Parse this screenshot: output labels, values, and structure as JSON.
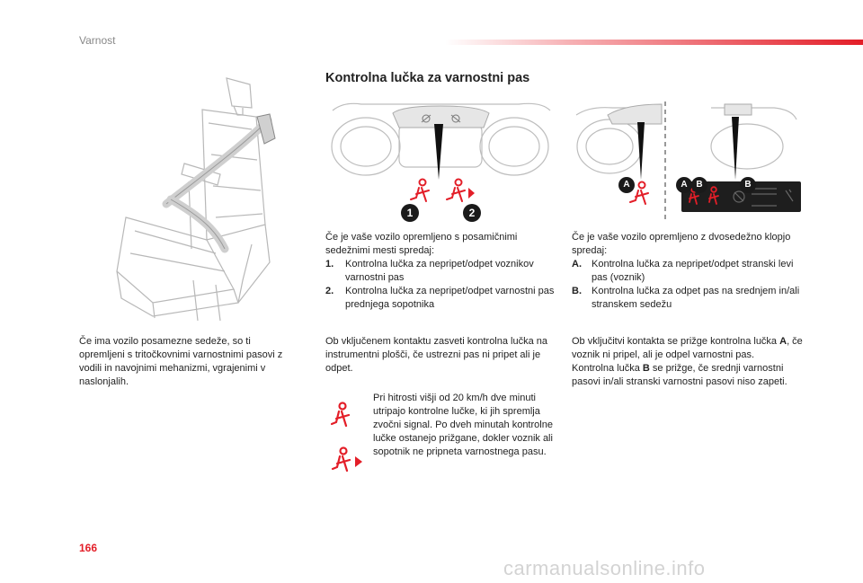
{
  "header": {
    "section_title": "Varnost"
  },
  "page_number": "166",
  "heading": "Kontrolna lučka za varnostni pas",
  "left_text": "Če ima vozilo posamezne sedeže, so ti opremljeni s tritočkovnimi varnostnimi pasovi z vodili in navojnimi mehanizmi, vgrajenimi v naslonjalih.",
  "middle": {
    "intro": "Če je vaše vozilo opremljeno s posamičnimi sedežnimi mesti spredaj:",
    "items": [
      {
        "marker": "1.",
        "text": "Kontrolna lučka za nepripet/odpet voznikov varnostni pas"
      },
      {
        "marker": "2.",
        "text": "Kontrolna lučka za nepripet/odpet varnostni pas prednjega sopotnika"
      }
    ],
    "ignition_text": "Ob vključenem kontaktu zasveti kontrolna lučka na instrumentni plošči, če ustrezni pas ni pripet ali je odpet.",
    "speed_text": "Pri hitrosti višji od 20 km/h dve minuti utripajo kontrolne lučke, ki jih spremlja zvočni signal. Po dveh minutah kontrolne lučke ostanejo prižgane, dokler voznik ali sopotnik ne pripneta varnostnega pasu.",
    "figure_labels": [
      "1",
      "2"
    ]
  },
  "right": {
    "intro": "Če je vaše vozilo opremljeno z dvosedežno klopjo spredaj:",
    "items": [
      {
        "marker": "A.",
        "text": "Kontrolna lučka za nepripet/odpet stranski levi pas (voznik)"
      },
      {
        "marker": "B.",
        "text": "Kontrolna lučka za odpet pas na srednjem in/ali stranskem sedežu"
      }
    ],
    "ignition_pre": "Ob vključitvi kontakta se prižge kontrolna lučka ",
    "ignition_bold": "A",
    "ignition_post": ", če voznik ni pripel, ali je odpel varnostni pas.",
    "lamp_pre": "Kontrolna lučka ",
    "lamp_bold": "B",
    "lamp_post": " se prižge, če srednji varnostni pasovi in/ali stranski varnostni pasovi niso zapeti.",
    "figure_labels": [
      "A",
      "A",
      "B",
      "B"
    ]
  },
  "footer": {
    "watermark": "carmanualsonline.info"
  },
  "colors": {
    "accent": "#e31e28",
    "label_circle": "#1a1a1a",
    "seatbelt_icon": "#e31e28"
  }
}
